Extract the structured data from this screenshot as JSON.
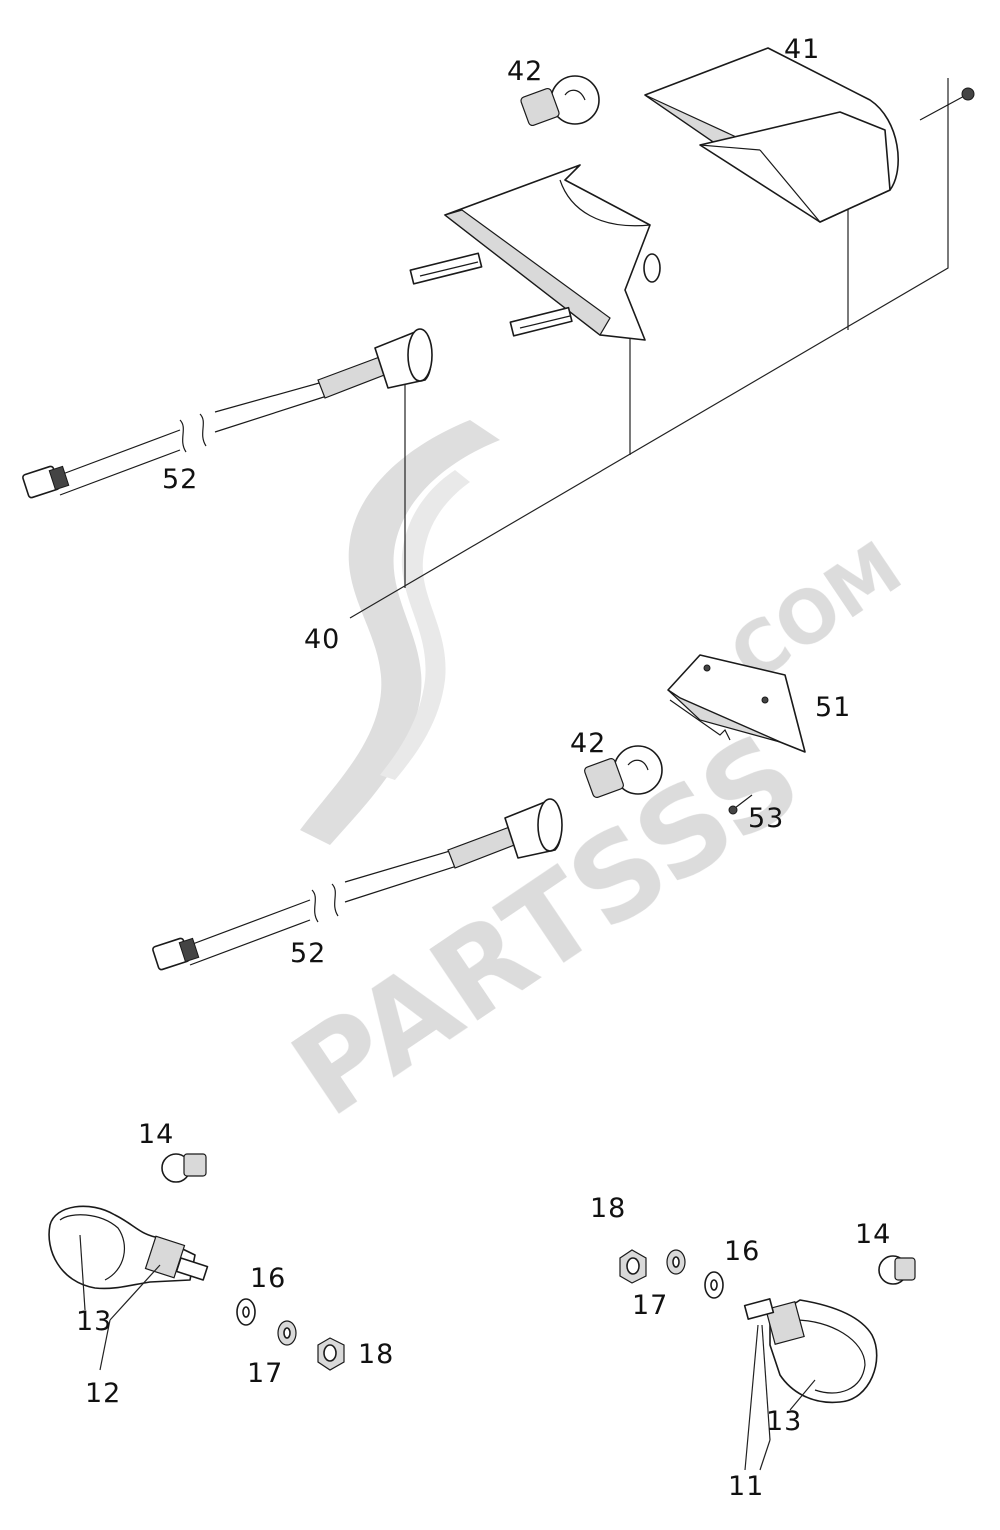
{
  "watermark": {
    "brand": "PARTSSS",
    "suffix": ".COM"
  },
  "callouts": {
    "n41": "41",
    "n42_top": "42",
    "n52_top": "52",
    "n40": "40",
    "n51": "51",
    "n42_mid": "42",
    "n53": "53",
    "n52_mid": "52",
    "n14_left": "14",
    "n13_left": "13",
    "n12": "12",
    "n16_left": "16",
    "n17_left": "17",
    "n18_left": "18",
    "n18_right": "18",
    "n16_right": "16",
    "n17_right": "17",
    "n14_right": "14",
    "n13_right": "13",
    "n11": "11"
  },
  "colors": {
    "line": "#1a1a1a",
    "watermark": "#d6d6d6",
    "background": "#ffffff"
  }
}
